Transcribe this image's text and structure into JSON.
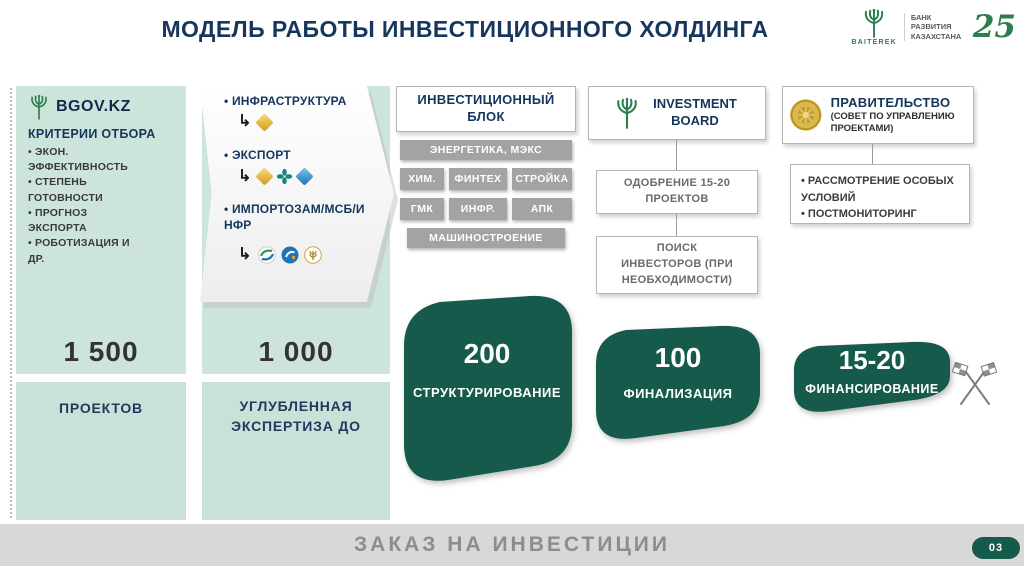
{
  "slide": {
    "title": "МОДЕЛЬ РАБОТЫ ИНВЕСТИЦИОННОГО ХОЛДИНГА",
    "footer": "ЗАКАЗ НА ИНВЕСТИЦИИ",
    "page_number": "03"
  },
  "brand": {
    "name": "BAITEREK",
    "bank": "БАНК РАЗВИТИЯ КАЗАХСТАНА",
    "anniversary": "25"
  },
  "icons": {
    "elbow_arrow": "↳"
  },
  "selection": {
    "logo": "BGOV.KZ",
    "heading": "КРИТЕРИИ ОТБОРА",
    "bullets": [
      "ЭКОН. ЭФФЕКТИВНОСТЬ",
      "СТЕПЕНЬ ГОТОВНОСТИ",
      "ПРОГНОЗ ЭКСПОРТА",
      "РОБОТИЗАЦИЯ И ДР."
    ],
    "count": "1 500",
    "stage": "ПРОЕКТОВ"
  },
  "expertise": {
    "items": [
      "ИНФРАСТРУКТУРА",
      "ЭКСПОРТ",
      "ИМПОРТОЗАМ/МСБ/И НФР"
    ],
    "count": "1 000",
    "stage": "УГЛУБЛЕННАЯ ЭКСПЕРТИЗА ДО"
  },
  "investment_block": {
    "heading": "ИНВЕСТИЦИОННЫЙ БЛОК",
    "tags": [
      "ЭНЕРГЕТИКА, МЭКС",
      "ХИМ.",
      "ФИНТЕХ",
      "СТРОЙКА",
      "ГМК",
      "ИНФР.",
      "АПК",
      "МАШИНОСТРОЕНИЕ"
    ],
    "count": "200",
    "stage": "СТРУКТУРИРОВАНИЕ"
  },
  "board": {
    "heading": "INVESTMENT BOARD",
    "box1": "ОДОБРЕНИЕ 15-20 ПРОЕКТОВ",
    "box2": "ПОИСК ИНВЕСТОРОВ (ПРИ НЕОБХОДИМОСТИ)",
    "count": "100",
    "stage": "ФИНАЛИЗАЦИЯ"
  },
  "government": {
    "heading": "ПРАВИТЕЛЬСТВО",
    "subheading": "(СОВЕТ ПО УПРАВЛЕНИЮ ПРОЕКТАМИ)",
    "bullets": [
      "РАССМОТРЕНИЕ ОСОБЫХ УСЛОВИЙ",
      "ПОСТМОНИТОРИНГ"
    ],
    "count": "15-20",
    "stage": "ФИНАНСИРОВАНИЕ"
  },
  "colors": {
    "navy": "#17365d",
    "mint": "#cde4db",
    "green": "#155a4b",
    "tag_gray": "#a3a3a3"
  }
}
